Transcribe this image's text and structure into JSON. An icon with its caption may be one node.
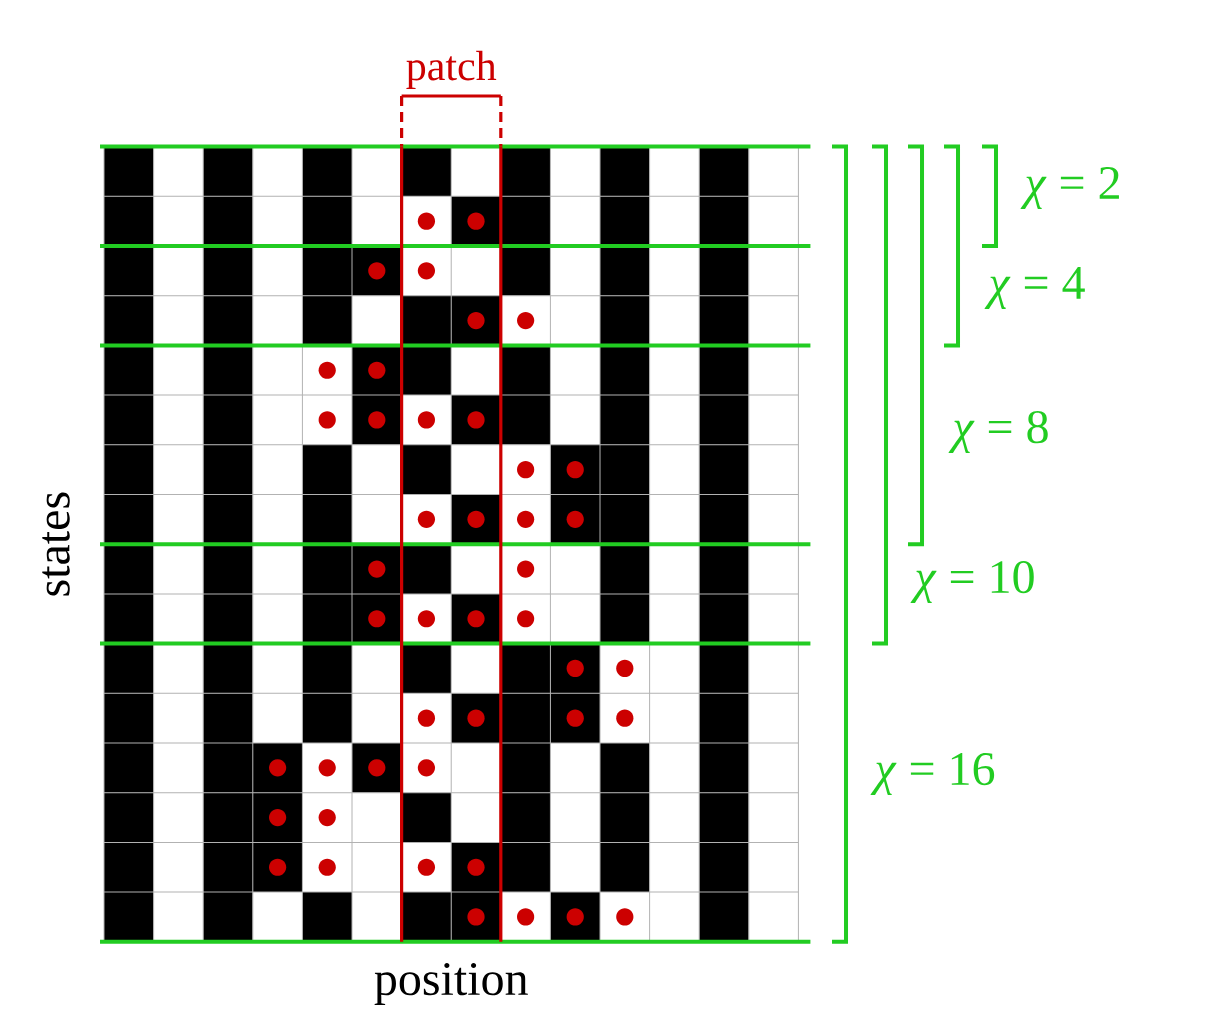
{
  "diagram": {
    "nodes": [
      {
        "text": [
          "patch"
        ]
      }
    ],
    "labels": [
      "*χ* = 2",
      "*χ* = 4",
      "*χ* = 8",
      "*χ* = 10",
      "*χ* = 16",
      "states",
      "position"
    ]
  }
}
